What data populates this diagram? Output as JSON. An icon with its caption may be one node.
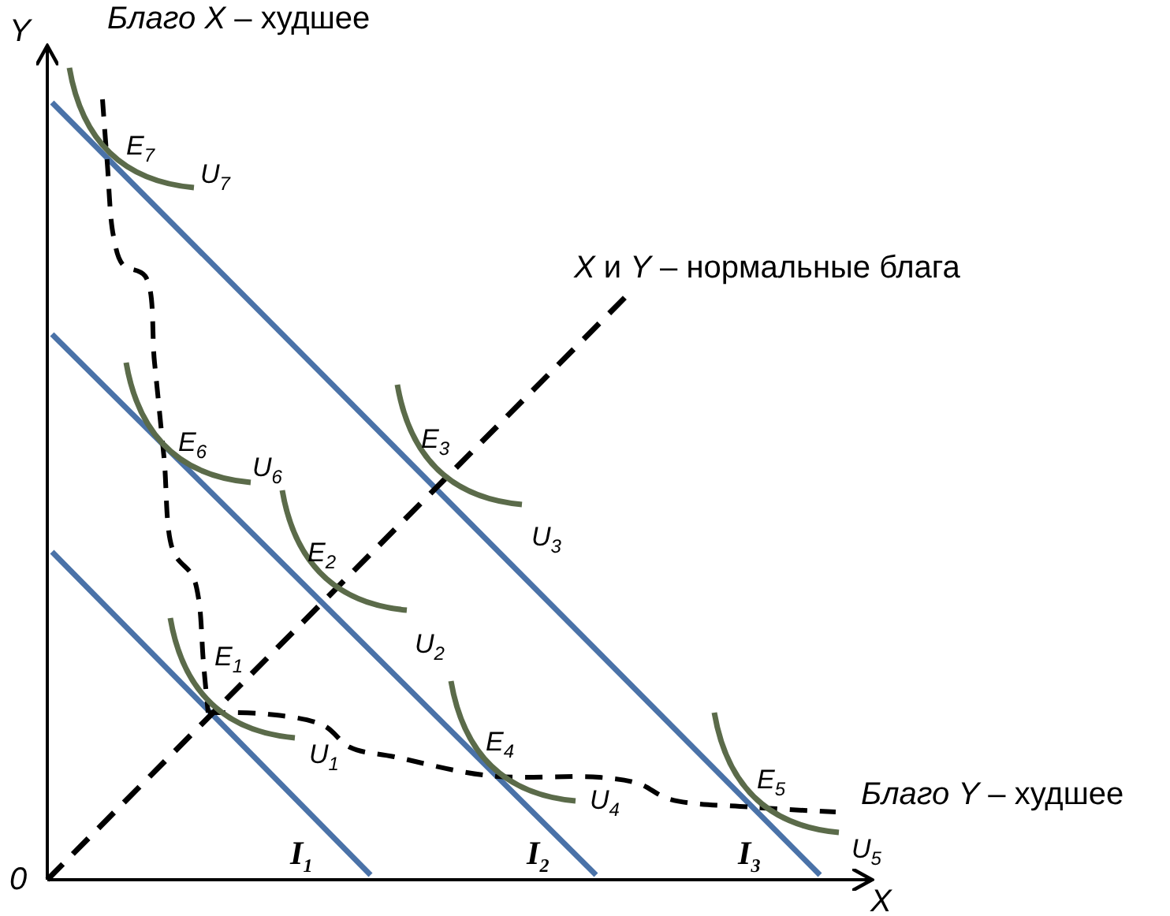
{
  "diagram": {
    "labels": [
      "Y",
      "*Благо X* – худшее",
      "E$_{7}$",
      "U$_{7}$",
      "*X* и *Y* – нормальные блага",
      "E$_{6}$",
      "U$_{6}$",
      "E$_{3}$",
      "U$_{3}$",
      "E$_{2}$",
      "U$_{2}$",
      "E$_{1}$",
      "U$_{1}$",
      "E$_{4}$",
      "U$_{4}$",
      "E$_{5}$",
      "*Благо Y* – худшее",
      "U$_{5}$",
      "0",
      "I$_{1}$",
      "I$_{2}$",
      "I$_{3}$",
      "X"
    ]
  }
}
